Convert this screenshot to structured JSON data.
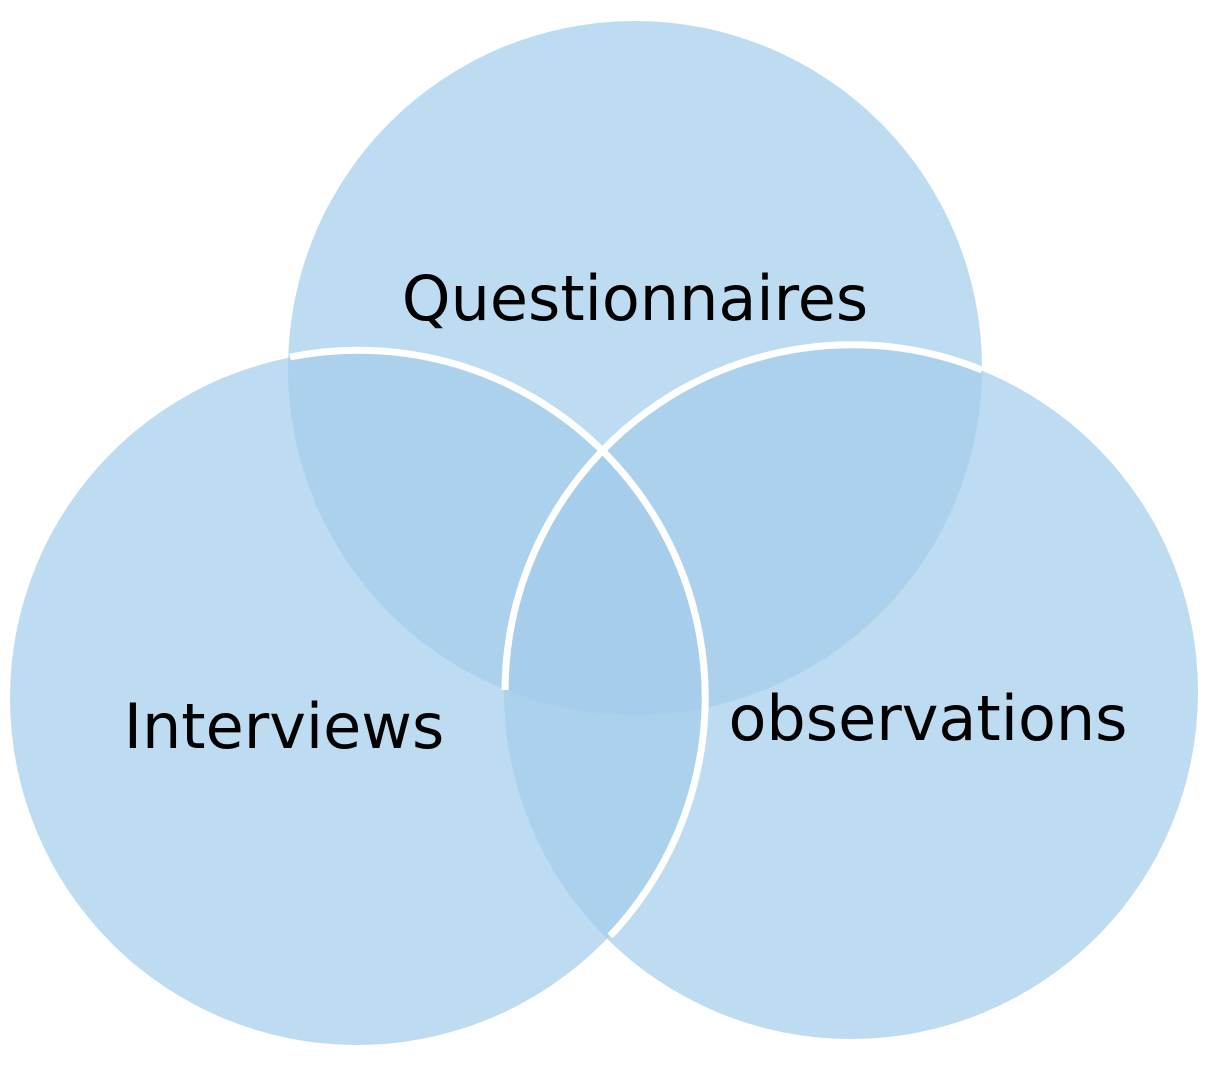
{
  "diagram": {
    "type": "venn",
    "sets": [
      {
        "id": "questionnaires",
        "label": "Questionnaires"
      },
      {
        "id": "interviews",
        "label": "Interviews"
      },
      {
        "id": "observations",
        "label": "observations"
      }
    ],
    "colors": {
      "fill": "#a3cdec",
      "fill_opacity": 0.72,
      "outline": "#ffffff",
      "text": "#000000",
      "background": "#ffffff"
    }
  }
}
